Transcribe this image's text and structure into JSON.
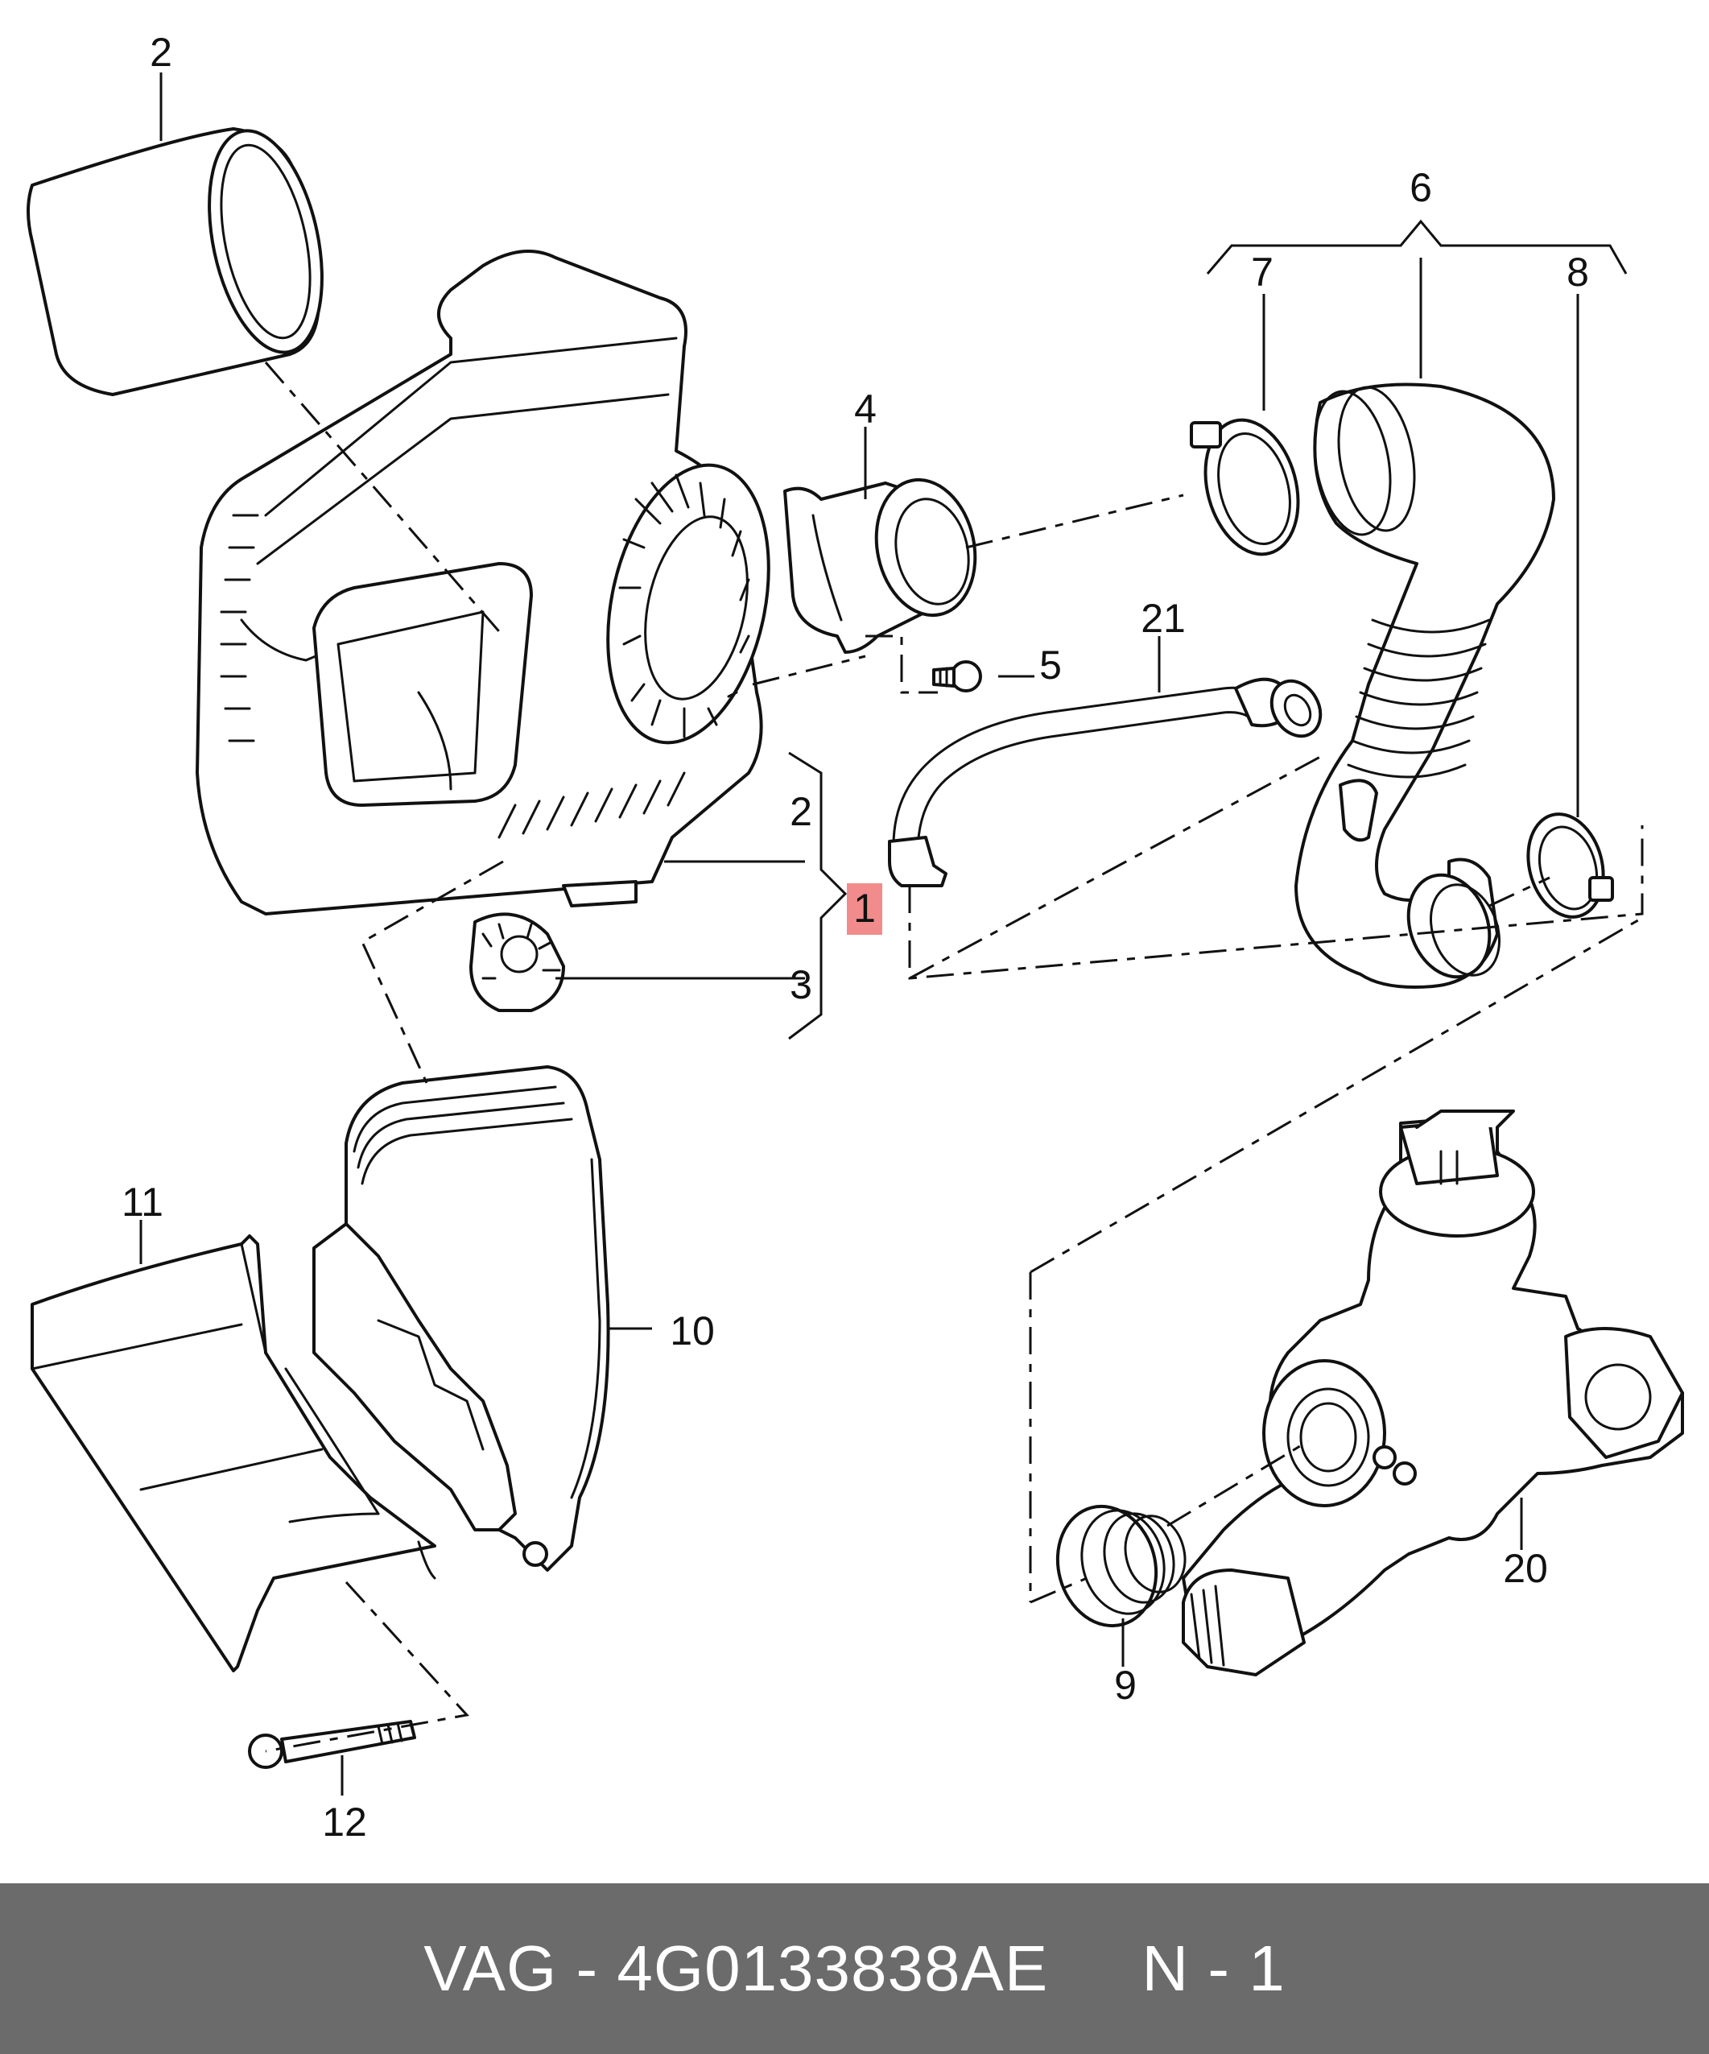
{
  "callouts": {
    "c1": "1",
    "c2_top": "2",
    "c2_bracket": "2",
    "c3": "3",
    "c4": "4",
    "c5": "5",
    "c6": "6",
    "c7": "7",
    "c8": "8",
    "c9": "9",
    "c10": "10",
    "c11": "11",
    "c12": "12",
    "c20": "20",
    "c21": "21"
  },
  "highlight_color": "#f28c8c",
  "footer": {
    "text": "VAG - 4G0133838AE     N - 1",
    "background": "#6b6b6b"
  }
}
